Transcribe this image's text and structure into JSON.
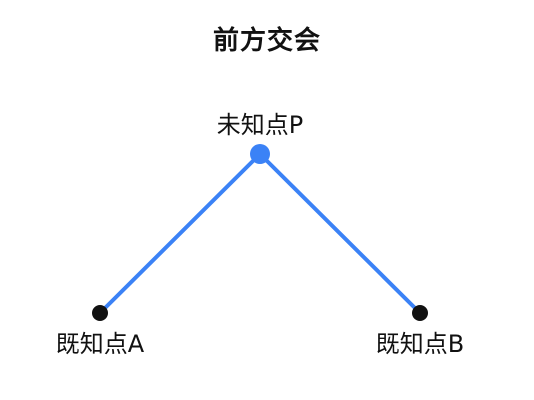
{
  "title": "前方交会",
  "points": {
    "unknown_p": {
      "label": "未知点P"
    },
    "known_a": {
      "label": "既知点A"
    },
    "known_b": {
      "label": "既知点B"
    }
  },
  "colors": {
    "sight_line": "#3b82f6",
    "unknown_point": "#3b82f6",
    "known_point": "#111111"
  }
}
